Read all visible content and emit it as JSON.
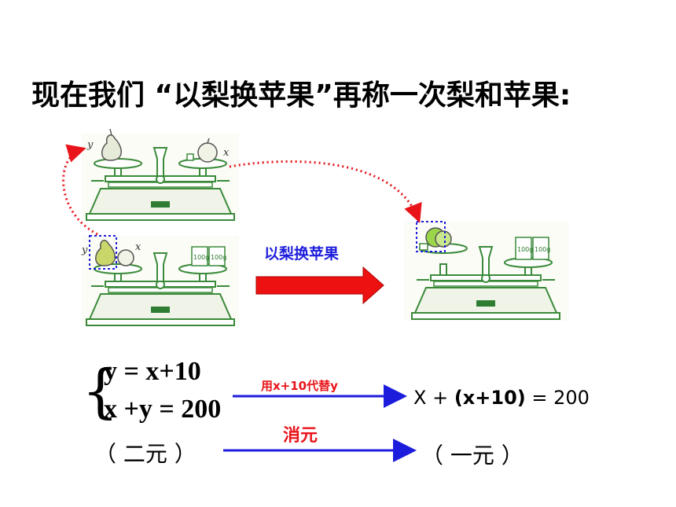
{
  "title": "现在我们 “以梨换苹果”再称一次梨和苹果:",
  "scale_labels": {
    "pear_var": "y",
    "apple_var": "x",
    "weight_label": "100g"
  },
  "swap_label": "以梨换苹果",
  "equations": {
    "eq1": "y = x+10",
    "eq2": "x +y = 200",
    "brace": "{"
  },
  "substitution_label": "用x+10代替y",
  "result": {
    "prefix": "X + ",
    "bold_part": "(x+10)",
    "suffix": " = 200"
  },
  "elimination_label": "消元",
  "before_note": "（  二元  ）",
  "after_note": "（  一元  ）",
  "colors": {
    "scale_green": "#3a8a3a",
    "dotted_red": "#e8141a",
    "blue": "#1c1cdc",
    "arrow_red": "#ee1111",
    "pear": "#c8d66a",
    "apple": "#9bd64a"
  }
}
